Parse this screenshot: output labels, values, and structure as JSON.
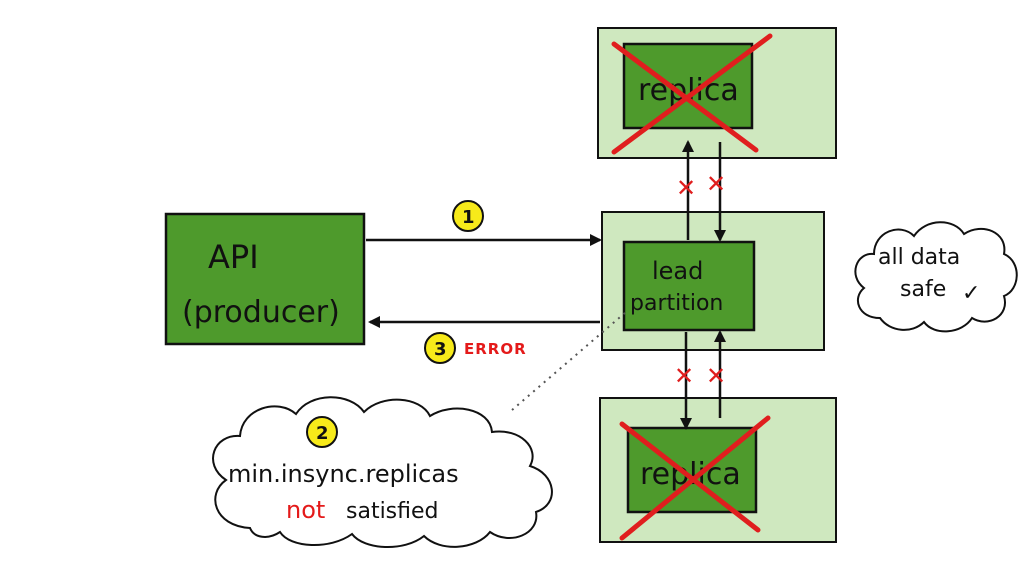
{
  "colors": {
    "broker_bg": "#cfe8bf",
    "node_green": "#4e9a2c",
    "node_border": "#111111",
    "cross_red": "#e01e1e",
    "badge_yellow": "#f7ea1a",
    "error_red": "#e41a1a",
    "not_red": "#e41a1a"
  },
  "producer": {
    "line1": "API",
    "line2": "(producer)"
  },
  "top_broker": {
    "label": "replica",
    "failed": true
  },
  "middle_broker": {
    "line1": "lead",
    "line2": "partition"
  },
  "bottom_broker": {
    "label": "replica",
    "failed": true
  },
  "steps": [
    {
      "number": "1",
      "label": ""
    },
    {
      "number": "2",
      "label": ""
    },
    {
      "number": "3",
      "label": "ERROR"
    }
  ],
  "cloud_left": {
    "line1": "min.insync.replicas",
    "line2_red": "not",
    "line2_rest": "satisfied"
  },
  "cloud_right": {
    "line1": "all data",
    "line2": "safe",
    "check": "✓"
  },
  "icons": {
    "cross": "✕"
  }
}
